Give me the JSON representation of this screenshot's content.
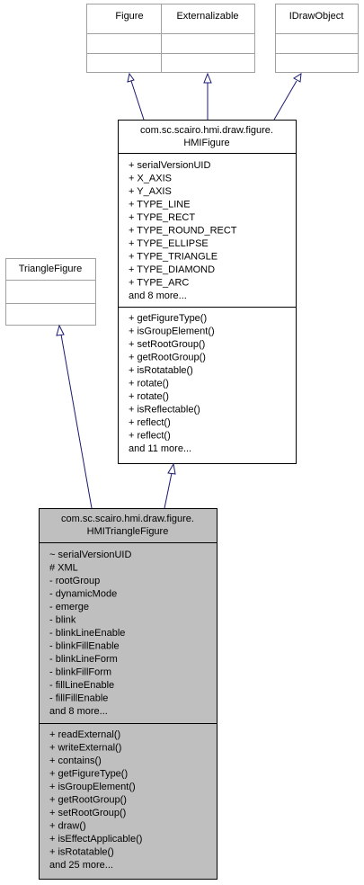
{
  "colors": {
    "background": "#ffffff",
    "stub_border": "#a0a0a0",
    "box_border": "#000000",
    "focus_fill": "#bfbfbf",
    "arrow": "#191970"
  },
  "classes": {
    "figure": {
      "name": "Figure"
    },
    "externalizable": {
      "name": "Externalizable"
    },
    "idrawobject": {
      "name": "IDrawObject"
    },
    "trianglefigure": {
      "name": "TriangleFigure"
    },
    "hmifigure": {
      "name_lines": [
        "com.sc.scairo.hmi.draw.figure.",
        "HMIFigure"
      ],
      "attributes": [
        "+ serialVersionUID",
        "+ X_AXIS",
        "+ Y_AXIS",
        "+ TYPE_LINE",
        "+ TYPE_RECT",
        "+ TYPE_ROUND_RECT",
        "+ TYPE_ELLIPSE",
        "+ TYPE_TRIANGLE",
        "+ TYPE_DIAMOND",
        "+ TYPE_ARC",
        "and 8 more..."
      ],
      "operations": [
        "+ getFigureType()",
        "+ isGroupElement()",
        "+ setRootGroup()",
        "+ getRootGroup()",
        "+ isRotatable()",
        "+ rotate()",
        "+ rotate()",
        "+ isReflectable()",
        "+ reflect()",
        "+ reflect()",
        "and 11 more..."
      ]
    },
    "hmitrianglefigure": {
      "name_lines": [
        "com.sc.scairo.hmi.draw.figure.",
        "HMITriangleFigure"
      ],
      "attributes": [
        "~ serialVersionUID",
        "# XML",
        "- rootGroup",
        "- dynamicMode",
        "- emerge",
        "- blink",
        "- blinkLineEnable",
        "- blinkFillEnable",
        "- blinkLineForm",
        "- blinkFillForm",
        "- fillLineEnable",
        "- fillFillEnable",
        "and 8 more..."
      ],
      "operations": [
        "+ readExternal()",
        "+ writeExternal()",
        "+ contains()",
        "+ getFigureType()",
        "+ isGroupElement()",
        "+ getRootGroup()",
        "+ setRootGroup()",
        "+ draw()",
        "+ isEffectApplicable()",
        "+ isRotatable()",
        "and 25 more..."
      ]
    }
  }
}
